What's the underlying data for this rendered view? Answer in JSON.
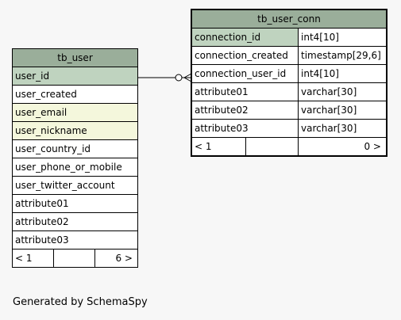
{
  "tables": {
    "tb_user": {
      "name": "tb_user",
      "columns": [
        {
          "name": "user_id",
          "style": "pk"
        },
        {
          "name": "user_created",
          "style": "plain"
        },
        {
          "name": "user_email",
          "style": "idx"
        },
        {
          "name": "user_nickname",
          "style": "idx"
        },
        {
          "name": "user_country_id",
          "style": "plain"
        },
        {
          "name": "user_phone_or_mobile",
          "style": "plain"
        },
        {
          "name": "user_twitter_account",
          "style": "plain"
        },
        {
          "name": "attribute01",
          "style": "plain"
        },
        {
          "name": "attribute02",
          "style": "plain"
        },
        {
          "name": "attribute03",
          "style": "plain"
        }
      ],
      "footer_left": "< 1",
      "footer_mid": "",
      "footer_right": "6 >"
    },
    "tb_user_conn": {
      "name": "tb_user_conn",
      "columns": [
        {
          "name": "connection_id",
          "type": "int4[10]",
          "style": "pk"
        },
        {
          "name": "connection_created",
          "type": "timestamp[29,6]",
          "style": "plain"
        },
        {
          "name": "connection_user_id",
          "type": "int4[10]",
          "style": "plain"
        },
        {
          "name": "attribute01",
          "type": "varchar[30]",
          "style": "plain"
        },
        {
          "name": "attribute02",
          "type": "varchar[30]",
          "style": "plain"
        },
        {
          "name": "attribute03",
          "type": "varchar[30]",
          "style": "plain"
        }
      ],
      "footer_left": "< 1",
      "footer_mid": "",
      "footer_right": "0 >"
    }
  },
  "colors": {
    "header": "#9aae9a",
    "primary_key": "#bfd3bf",
    "indexed": "#f4f7dc"
  },
  "footer_note": "Generated by SchemaSpy"
}
